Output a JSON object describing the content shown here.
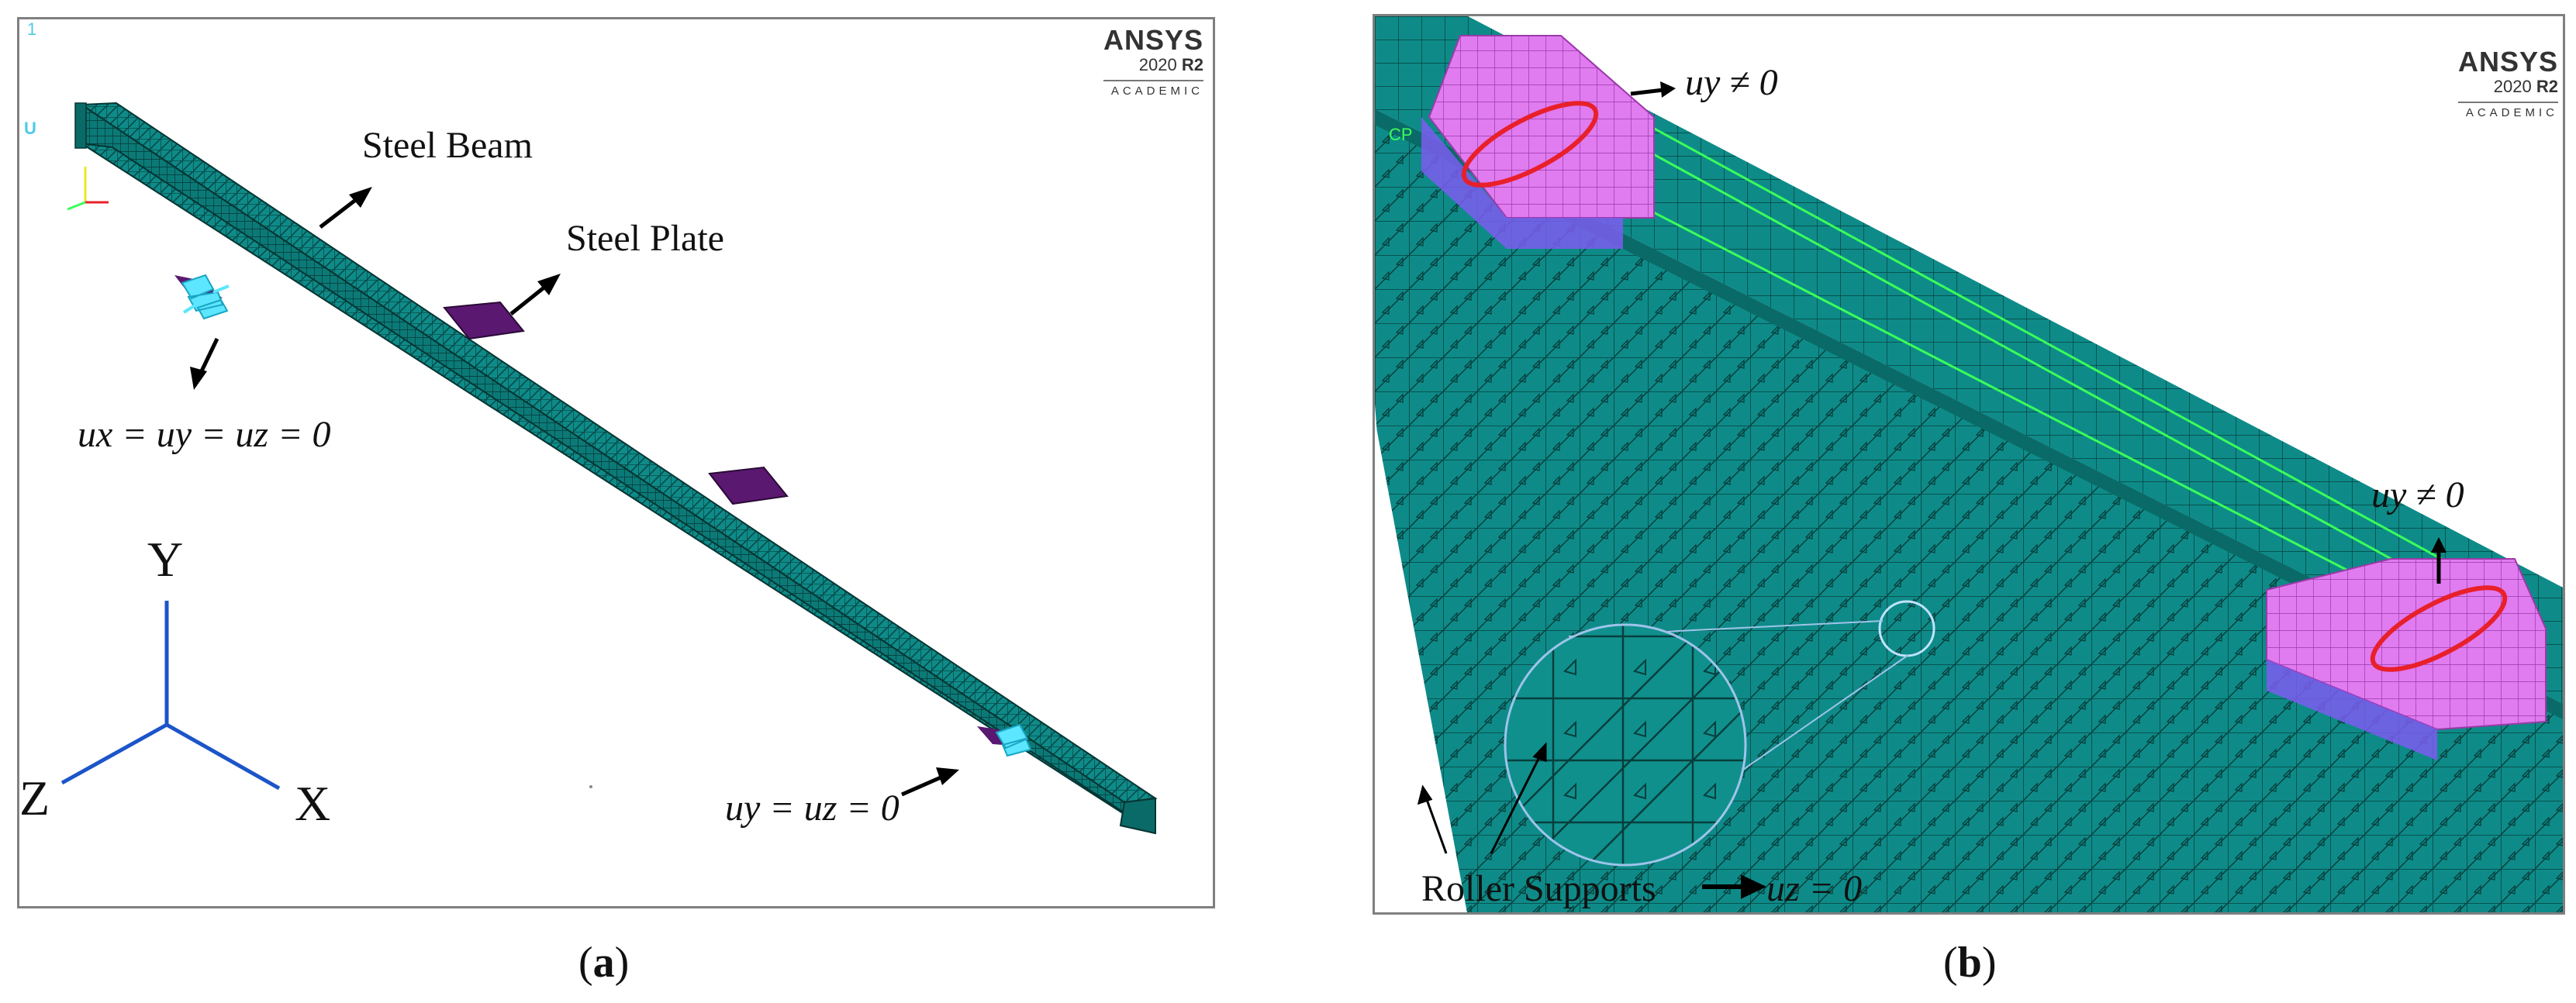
{
  "panel_a": {
    "index_label": "1",
    "u_label": "U",
    "logo": {
      "brand": "ANSYS",
      "version_num": "2020",
      "version_rel": "R2",
      "edition": "ACADEMIC"
    },
    "labels": {
      "steel_beam": "Steel Beam",
      "steel_plate": "Steel Plate",
      "fixed_support": "ux = uy = uz = 0",
      "roller_end": "uy = uz = 0"
    },
    "axes": {
      "y": "Y",
      "z": "Z",
      "x": "X"
    },
    "caption": {
      "open": "(",
      "letter": "a",
      "close": ")"
    }
  },
  "panel_b": {
    "cp_label": "CP",
    "logo": {
      "brand": "ANSYS",
      "version_num": "2020",
      "version_rel": "R2",
      "edition": "ACADEMIC"
    },
    "labels": {
      "uy_top": "uy ≠ 0",
      "uy_right": "uy ≠ 0",
      "roller_supports": "Roller Supports",
      "uz_zero": "uz = 0"
    },
    "caption": {
      "open": "(",
      "letter": "b",
      "close": ")"
    }
  },
  "colors": {
    "mesh": "#0e8b88",
    "mesh_line": "#063f3d",
    "plate_a": "#5a1870",
    "plate_b": "#e07bf0",
    "support": "#5ce6ff",
    "highlight": "#e8202a",
    "green_line": "#3aff5a"
  }
}
